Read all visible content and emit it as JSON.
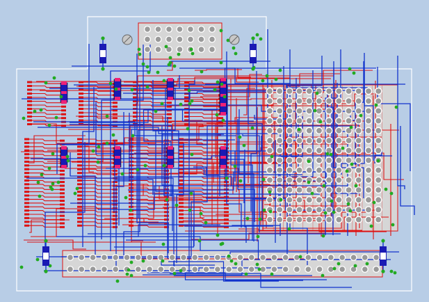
{
  "view": {
    "name": "pcb-layout"
  },
  "colors": {
    "background": "#b8cde6",
    "board_outline": "#ffffff",
    "trace_top": "#dd1111",
    "trace_bottom": "#1133cc",
    "via": "#22aa22",
    "pad_fill": "#9a9a9a",
    "pad_ring": "#ffffff",
    "component_body": "#1a1ab4",
    "component_pad": "#ee2277",
    "header_fill": "#d6d6d6"
  },
  "components": {
    "chips_top_row": 4,
    "chips_lower_rows": 6,
    "mount_holes": 2,
    "decoupling_caps": 4,
    "pin_header_grid": {
      "cols": 12,
      "rows": 14
    },
    "bottom_connector_pins": 28,
    "top_connector_pins": {
      "cols": 6,
      "rows": 3
    }
  }
}
